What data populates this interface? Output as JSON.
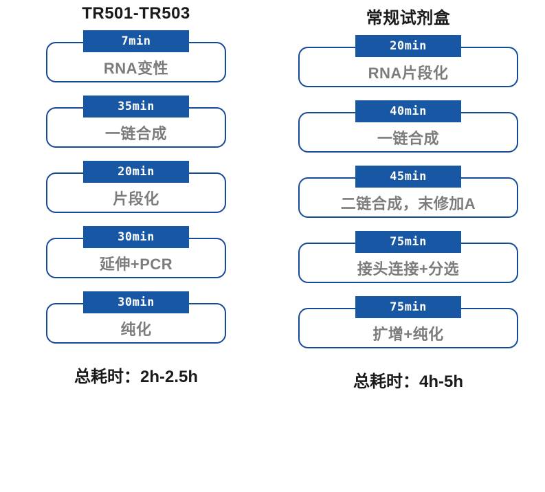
{
  "columns": [
    {
      "title": "TR501-TR503",
      "total": "总耗时：2h-2.5h",
      "steps": [
        {
          "time": "7min",
          "label": "RNA变性"
        },
        {
          "time": "35min",
          "label": "一链合成"
        },
        {
          "time": "20min",
          "label": "片段化"
        },
        {
          "time": "30min",
          "label": "延伸+PCR"
        },
        {
          "time": "30min",
          "label": "纯化"
        }
      ]
    },
    {
      "title": "常规试剂盒",
      "total": "总耗时：4h-5h",
      "steps": [
        {
          "time": "20min",
          "label": "RNA片段化"
        },
        {
          "time": "40min",
          "label": "一链合成"
        },
        {
          "time": "45min",
          "label": "二链合成，末修加A"
        },
        {
          "time": "75min",
          "label": "接头连接+分选"
        },
        {
          "time": "75min",
          "label": "扩增+纯化"
        }
      ]
    }
  ],
  "colors": {
    "badge": "#1857a4",
    "border": "#17499a",
    "label": "#7c7c7c",
    "title": "#1a1a1a"
  }
}
